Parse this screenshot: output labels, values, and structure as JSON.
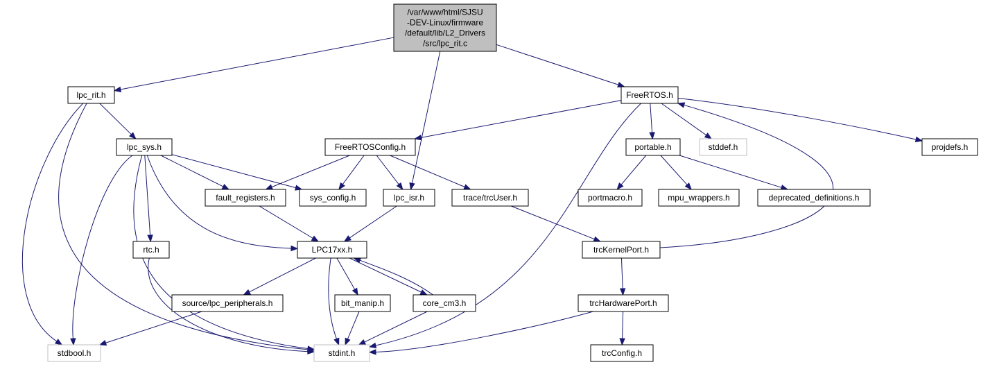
{
  "nodes": [
    {
      "id": "root",
      "lines": [
        "/var/www/html/SJSU",
        "-DEV-Linux/firmware",
        "/default/lib/L2_Drivers",
        "/src/lpc_rit.c"
      ],
      "style": "root"
    },
    {
      "id": "lpc_rit_h",
      "lines": [
        "lpc_rit.h"
      ]
    },
    {
      "id": "freertos_h",
      "lines": [
        "FreeRTOS.h"
      ]
    },
    {
      "id": "lpc_sys_h",
      "lines": [
        "lpc_sys.h"
      ]
    },
    {
      "id": "freertosconfig_h",
      "lines": [
        "FreeRTOSConfig.h"
      ]
    },
    {
      "id": "portable_h",
      "lines": [
        "portable.h"
      ]
    },
    {
      "id": "stddef_h",
      "lines": [
        "stddef.h"
      ],
      "style": "gray"
    },
    {
      "id": "projdefs_h",
      "lines": [
        "projdefs.h"
      ]
    },
    {
      "id": "fault_registers_h",
      "lines": [
        "fault_registers.h"
      ]
    },
    {
      "id": "sys_config_h",
      "lines": [
        "sys_config.h"
      ]
    },
    {
      "id": "lpc_isr_h",
      "lines": [
        "lpc_isr.h"
      ]
    },
    {
      "id": "trcuser_h",
      "lines": [
        "trace/trcUser.h"
      ]
    },
    {
      "id": "portmacro_h",
      "lines": [
        "portmacro.h"
      ]
    },
    {
      "id": "mpu_wrappers_h",
      "lines": [
        "mpu_wrappers.h"
      ]
    },
    {
      "id": "deprecated_definitions_h",
      "lines": [
        "deprecated_definitions.h"
      ]
    },
    {
      "id": "rtc_h",
      "lines": [
        "rtc.h"
      ]
    },
    {
      "id": "lpc17xx_h",
      "lines": [
        "LPC17xx.h"
      ]
    },
    {
      "id": "trckernelport_h",
      "lines": [
        "trcKernelPort.h"
      ]
    },
    {
      "id": "source_lpc_peripherals_h",
      "lines": [
        "source/lpc_peripherals.h"
      ]
    },
    {
      "id": "bit_manip_h",
      "lines": [
        "bit_manip.h"
      ]
    },
    {
      "id": "core_cm3_h",
      "lines": [
        "core_cm3.h"
      ]
    },
    {
      "id": "trchardwareport_h",
      "lines": [
        "trcHardwarePort.h"
      ]
    },
    {
      "id": "stdbool_h",
      "lines": [
        "stdbool.h"
      ],
      "style": "gray"
    },
    {
      "id": "stdint_h",
      "lines": [
        "stdint.h"
      ],
      "style": "gray"
    },
    {
      "id": "trcconfig_h",
      "lines": [
        "trcConfig.h"
      ]
    }
  ],
  "edges": [
    [
      "root",
      "lpc_rit_h"
    ],
    [
      "root",
      "freertos_h"
    ],
    [
      "root",
      "lpc_isr_h"
    ],
    [
      "lpc_rit_h",
      "lpc_sys_h"
    ],
    [
      "lpc_rit_h",
      "stdbool_h"
    ],
    [
      "lpc_rit_h",
      "stdint_h"
    ],
    [
      "lpc_sys_h",
      "fault_registers_h"
    ],
    [
      "lpc_sys_h",
      "sys_config_h"
    ],
    [
      "lpc_sys_h",
      "rtc_h"
    ],
    [
      "lpc_sys_h",
      "lpc17xx_h"
    ],
    [
      "lpc_sys_h",
      "stdbool_h"
    ],
    [
      "lpc_sys_h",
      "stdint_h"
    ],
    [
      "freertos_h",
      "freertosconfig_h"
    ],
    [
      "freertos_h",
      "portable_h"
    ],
    [
      "freertos_h",
      "stddef_h"
    ],
    [
      "freertos_h",
      "projdefs_h"
    ],
    [
      "freertos_h",
      "stdint_h"
    ],
    [
      "freertosconfig_h",
      "fault_registers_h"
    ],
    [
      "freertosconfig_h",
      "sys_config_h"
    ],
    [
      "freertosconfig_h",
      "lpc_isr_h"
    ],
    [
      "freertosconfig_h",
      "trcuser_h"
    ],
    [
      "portable_h",
      "portmacro_h"
    ],
    [
      "portable_h",
      "mpu_wrappers_h"
    ],
    [
      "portable_h",
      "deprecated_definitions_h"
    ],
    [
      "fault_registers_h",
      "lpc17xx_h"
    ],
    [
      "lpc_isr_h",
      "lpc17xx_h"
    ],
    [
      "trcuser_h",
      "trckernelport_h"
    ],
    [
      "trckernelport_h",
      "freertos_h"
    ],
    [
      "trckernelport_h",
      "trchardwareport_h"
    ],
    [
      "rtc_h",
      "stdint_h"
    ],
    [
      "lpc17xx_h",
      "source_lpc_peripherals_h"
    ],
    [
      "lpc17xx_h",
      "bit_manip_h"
    ],
    [
      "lpc17xx_h",
      "core_cm3_h"
    ],
    [
      "lpc17xx_h",
      "stdint_h"
    ],
    [
      "core_cm3_h",
      "lpc17xx_h"
    ],
    [
      "core_cm3_h",
      "stdint_h"
    ],
    [
      "bit_manip_h",
      "stdint_h"
    ],
    [
      "source_lpc_peripherals_h",
      "stdbool_h"
    ],
    [
      "trchardwareport_h",
      "trcconfig_h"
    ],
    [
      "trchardwareport_h",
      "stdint_h"
    ]
  ],
  "colors": {
    "edge": "#191970",
    "root_fill": "#bfbfbf",
    "gray_border": "#bfbfbf"
  }
}
